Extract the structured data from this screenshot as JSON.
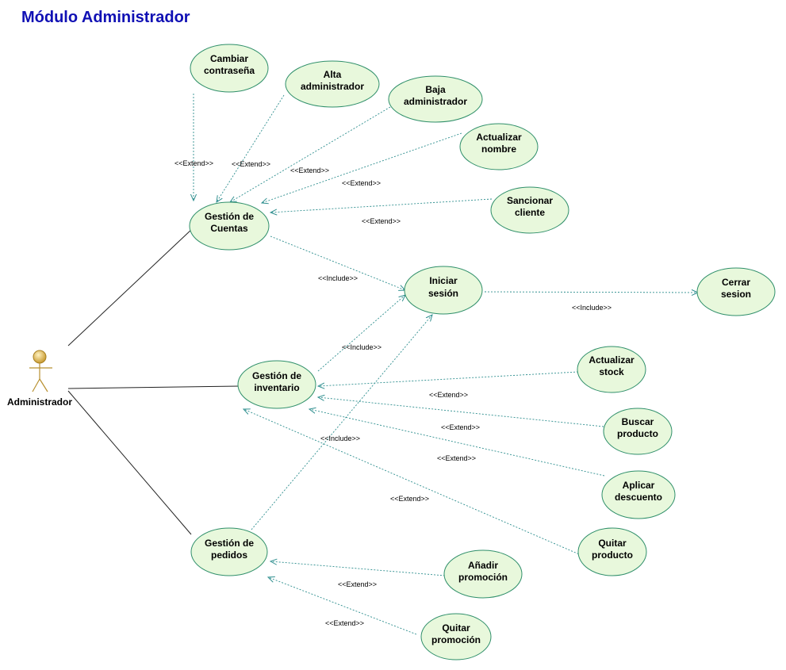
{
  "title": "Módulo Administrador",
  "colors": {
    "title": "#1010b4",
    "usecase_fill": "#e8f8dc",
    "usecase_stroke": "#2f8f6a",
    "dependency_line": "#2f8f8f",
    "association_line": "#222222",
    "actor_head": "#c8a040",
    "actor_body": "#b89030"
  },
  "actor": {
    "name": "Administrador",
    "icon": "stick-figure-actor-icon"
  },
  "use_cases": {
    "cambiar_contrasena": [
      "Cambiar",
      "contraseña"
    ],
    "alta_administrador": [
      "Alta",
      "administrador"
    ],
    "baja_administrador": [
      "Baja",
      "administrador"
    ],
    "actualizar_nombre": [
      "Actualizar",
      "nombre"
    ],
    "sancionar_cliente": [
      "Sancionar",
      "cliente"
    ],
    "gestion_cuentas": [
      "Gestión de",
      "Cuentas"
    ],
    "iniciar_sesion": [
      "Iniciar",
      "sesión"
    ],
    "cerrar_sesion": [
      "Cerrar",
      "sesion"
    ],
    "gestion_inventario": [
      "Gestión de",
      "inventario"
    ],
    "actualizar_stock": [
      "Actualizar",
      "stock"
    ],
    "buscar_producto": [
      "Buscar",
      "producto"
    ],
    "aplicar_descuento": [
      "Aplicar",
      "descuento"
    ],
    "quitar_producto": [
      "Quitar",
      "producto"
    ],
    "gestion_pedidos": [
      "Gestión de",
      "pedidos"
    ],
    "anadir_promocion": [
      "Añadir",
      "promoción"
    ],
    "quitar_promocion": [
      "Quitar",
      "promoción"
    ]
  },
  "stereotypes": {
    "extend": "<<Extend>>",
    "include": "<<Include>>"
  }
}
